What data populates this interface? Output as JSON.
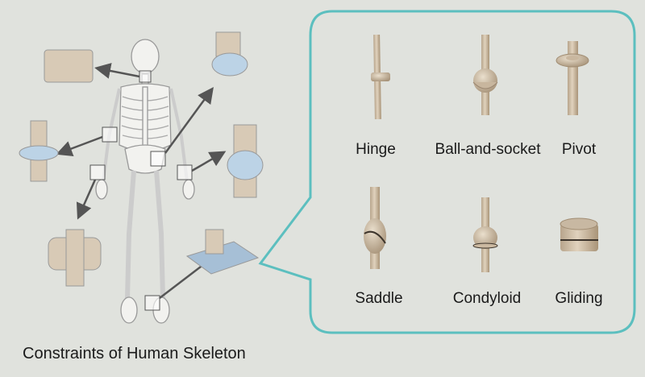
{
  "caption": "Constraints of Human Skeleton",
  "callout_border_color": "#5cbfbf",
  "joint_color": "#d4c3ad",
  "joints": [
    {
      "label": "Hinge",
      "icon": "hinge-joint-icon"
    },
    {
      "label": "Ball-and-socket",
      "icon": "ball-socket-joint-icon"
    },
    {
      "label": "Pivot",
      "icon": "pivot-joint-icon"
    },
    {
      "label": "Saddle",
      "icon": "saddle-joint-icon"
    },
    {
      "label": "Condyloid",
      "icon": "condyloid-joint-icon"
    },
    {
      "label": "Gliding",
      "icon": "gliding-joint-icon"
    }
  ]
}
